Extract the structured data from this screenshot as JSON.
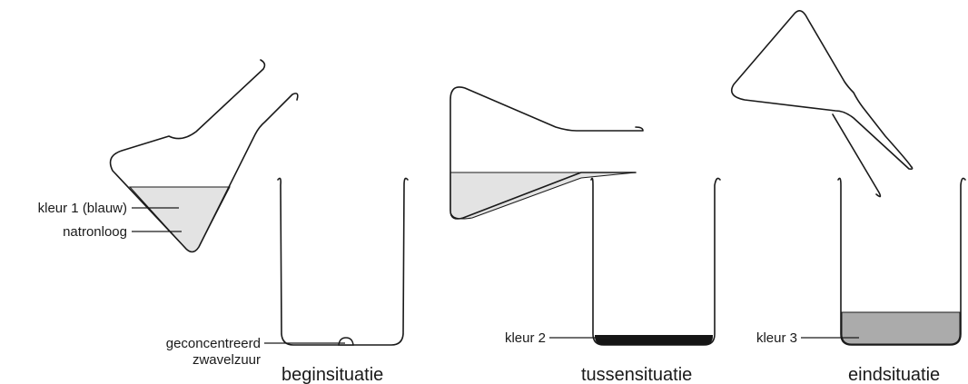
{
  "labels": {
    "kleur1": "kleur 1 (blauw)",
    "natronloog": "natronloog",
    "zuur_line1": "geconcentreerd",
    "zuur_line2": "zwavelzuur",
    "kleur2": "kleur 2",
    "kleur3": "kleur 3"
  },
  "captions": {
    "begin": "beginsituatie",
    "tussen": "tussensituatie",
    "eind": "eindsituatie"
  },
  "colors": {
    "light_liquid": "#e3e3e3",
    "dark_liquid": "#151515",
    "grey_liquid": "#ababab",
    "outline": "#1a1a1a"
  }
}
